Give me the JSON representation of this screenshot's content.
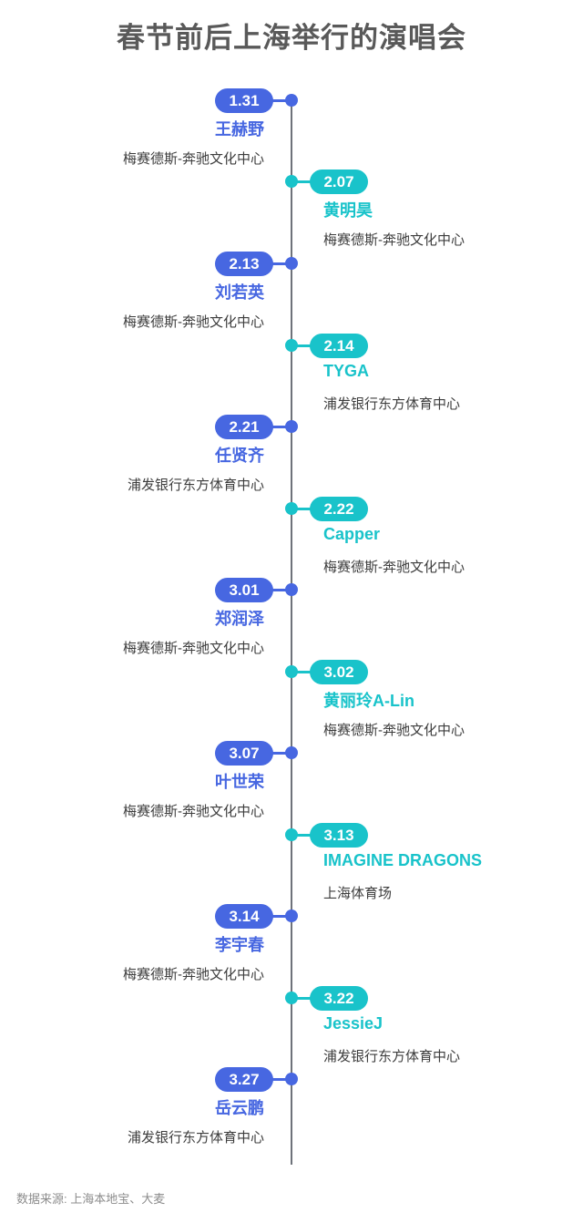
{
  "page": {
    "title": "春节前后上海举行的演唱会",
    "source_note": "数据来源: 上海本地宝、大麦"
  },
  "colors": {
    "left_accent": "#4767e1",
    "right_accent": "#19c3ca",
    "title_text": "#595959",
    "venue_text": "#3d3d3d",
    "line": "#6e727a",
    "source_text": "#8c8c8c",
    "date_text": "#ffffff",
    "background": "#ffffff"
  },
  "timeline": {
    "entries": [
      {
        "date": "1.31",
        "artist": "王赫野",
        "venue": "梅赛德斯-奔驰文化中心",
        "side": "left"
      },
      {
        "date": "2.07",
        "artist": "黄明昊",
        "venue": "梅赛德斯-奔驰文化中心",
        "side": "right"
      },
      {
        "date": "2.13",
        "artist": "刘若英",
        "venue": "梅赛德斯-奔驰文化中心",
        "side": "left"
      },
      {
        "date": "2.14",
        "artist": "TYGA",
        "venue": "浦发银行东方体育中心",
        "side": "right"
      },
      {
        "date": "2.21",
        "artist": "任贤齐",
        "venue": "浦发银行东方体育中心",
        "side": "left"
      },
      {
        "date": "2.22",
        "artist": "Capper",
        "venue": "梅赛德斯-奔驰文化中心",
        "side": "right"
      },
      {
        "date": "3.01",
        "artist": "郑润泽",
        "venue": "梅赛德斯-奔驰文化中心",
        "side": "left"
      },
      {
        "date": "3.02",
        "artist": "黄丽玲A-Lin",
        "venue": "梅赛德斯-奔驰文化中心",
        "side": "right"
      },
      {
        "date": "3.07",
        "artist": "叶世荣",
        "venue": "梅赛德斯-奔驰文化中心",
        "side": "left"
      },
      {
        "date": "3.13",
        "artist": "IMAGINE DRAGONS",
        "venue": "上海体育场",
        "side": "right"
      },
      {
        "date": "3.14",
        "artist": "李宇春",
        "venue": "梅赛德斯-奔驰文化中心",
        "side": "left"
      },
      {
        "date": "3.22",
        "artist": "JessieJ",
        "venue": "浦发银行东方体育中心",
        "side": "right"
      },
      {
        "date": "3.27",
        "artist": "岳云鹏",
        "venue": "浦发银行东方体育中心",
        "side": "left"
      }
    ]
  }
}
